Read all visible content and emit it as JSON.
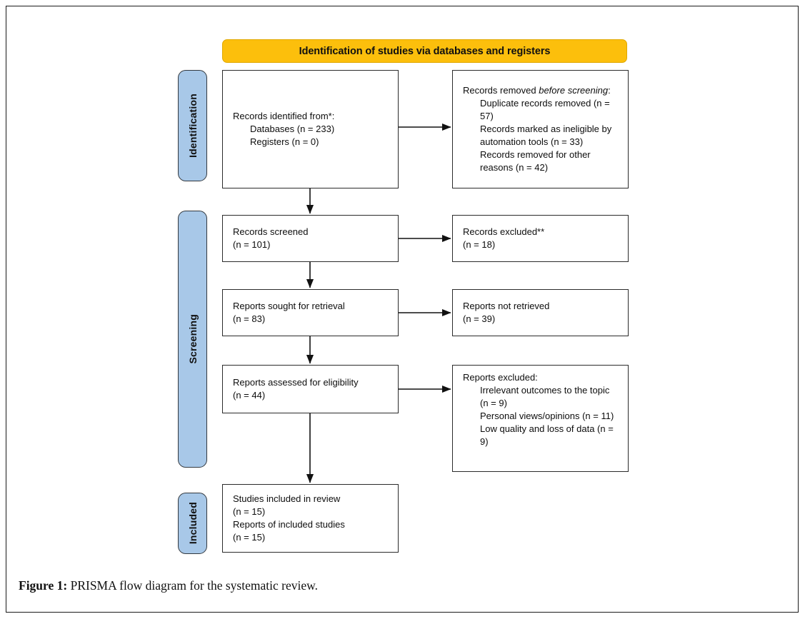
{
  "figure": {
    "caption_label": "Figure 1:",
    "caption_text": " PRISMA flow diagram for the systematic review."
  },
  "colors": {
    "banner_orange": "#fcbf0c",
    "stage_blue": "#a8c8e8",
    "box_border": "#2b2b2b",
    "page_border": "#1a1a1a"
  },
  "banner": {
    "title": "Identification of studies via databases and registers"
  },
  "stages": [
    {
      "id": "identification",
      "label": "Identification"
    },
    {
      "id": "screening",
      "label": "Screening"
    },
    {
      "id": "included",
      "label": "Included"
    }
  ],
  "chart_data": {
    "type": "diagram",
    "title": "Identification of studies via databases and registers",
    "nodes": [
      {
        "id": "records-identified",
        "stage": "identification",
        "column": "left",
        "heading": "Records identified from*:",
        "items": [
          {
            "label": "Databases",
            "n": 233,
            "text": "Databases (n = 233)"
          },
          {
            "label": "Registers",
            "n": 0,
            "text": "Registers (n = 0)"
          }
        ]
      },
      {
        "id": "records-removed",
        "stage": "identification",
        "column": "right",
        "heading_pre": "Records removed ",
        "heading_italic": "before screening",
        "heading_post": ":",
        "items": [
          {
            "label": "Duplicate records removed",
            "n": 57,
            "text": "Duplicate records removed (n = 57)"
          },
          {
            "label": "Records marked as ineligible by automation tools",
            "n": 33,
            "text": "Records marked as ineligible by automation tools (n = 33)"
          },
          {
            "label": "Records removed for other reasons",
            "n": 42,
            "text": "Records removed for other reasons (n = 42)"
          }
        ]
      },
      {
        "id": "records-screened",
        "stage": "screening",
        "column": "left",
        "heading": "Records screened",
        "count_text": "(n = 101)",
        "n": 101
      },
      {
        "id": "records-excluded",
        "stage": "screening",
        "column": "right",
        "heading": "Records excluded**",
        "count_text": "(n = 18)",
        "n": 18
      },
      {
        "id": "reports-sought",
        "stage": "screening",
        "column": "left",
        "heading": "Reports sought for retrieval",
        "count_text": "(n = 83)",
        "n": 83
      },
      {
        "id": "reports-not-retrieved",
        "stage": "screening",
        "column": "right",
        "heading": "Reports not retrieved",
        "count_text": "(n = 39)",
        "n": 39
      },
      {
        "id": "reports-assessed",
        "stage": "screening",
        "column": "left",
        "heading": "Reports assessed for eligibility",
        "count_text": "(n = 44)",
        "n": 44
      },
      {
        "id": "reports-excluded",
        "stage": "screening",
        "column": "right",
        "heading": "Reports excluded:",
        "items": [
          {
            "label": "Irrelevant outcomes to the topic",
            "n": 9,
            "text": "Irrelevant outcomes to the topic (n = 9)"
          },
          {
            "label": "Personal views/opinions",
            "n": 11,
            "text": "Personal views/opinions (n = 11)"
          },
          {
            "label": "Low quality and loss of data",
            "n": 9,
            "text": "Low quality and loss of data (n = 9)"
          }
        ]
      },
      {
        "id": "studies-included",
        "stage": "included",
        "column": "left",
        "lines": [
          "Studies included in review",
          "(n = 15)",
          "Reports of included studies",
          "(n = 15)"
        ]
      }
    ],
    "edges": [
      {
        "from": "records-identified",
        "to": "records-removed",
        "direction": "right"
      },
      {
        "from": "records-identified",
        "to": "records-screened",
        "direction": "down"
      },
      {
        "from": "records-screened",
        "to": "records-excluded",
        "direction": "right"
      },
      {
        "from": "records-screened",
        "to": "reports-sought",
        "direction": "down"
      },
      {
        "from": "reports-sought",
        "to": "reports-not-retrieved",
        "direction": "right"
      },
      {
        "from": "reports-sought",
        "to": "reports-assessed",
        "direction": "down"
      },
      {
        "from": "reports-assessed",
        "to": "reports-excluded",
        "direction": "right"
      },
      {
        "from": "reports-assessed",
        "to": "studies-included",
        "direction": "down"
      }
    ]
  }
}
